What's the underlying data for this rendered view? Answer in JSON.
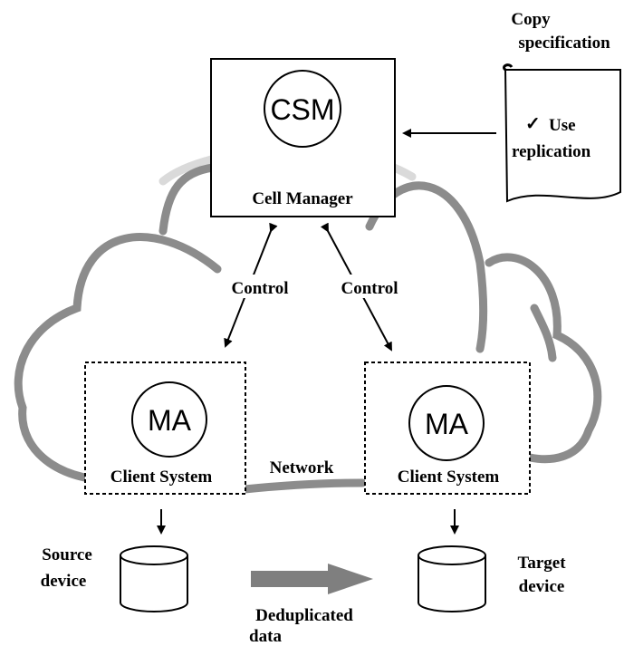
{
  "spec": {
    "title_line1": "Copy",
    "title_line2": "specification",
    "check_mark": "✓",
    "item_line1": "Use",
    "item_line2": "replication"
  },
  "cell_manager": {
    "component": "CSM",
    "label": "Cell Manager"
  },
  "control_left": "Control",
  "control_right": "Control",
  "network_label": "Network",
  "client_left": {
    "component": "MA",
    "label": "Client System"
  },
  "client_right": {
    "component": "MA",
    "label": "Client System"
  },
  "source_device": {
    "line1": "Source",
    "line2": "device"
  },
  "target_device": {
    "line1": "Target",
    "line2": "device"
  },
  "transfer": {
    "line1": "Deduplicated",
    "line2": "data"
  },
  "colors": {
    "line": "#000000",
    "cloud": "#8c8c8c",
    "cloud_light": "#d8d8d8",
    "arrow_fill": "#7f7f7f"
  }
}
